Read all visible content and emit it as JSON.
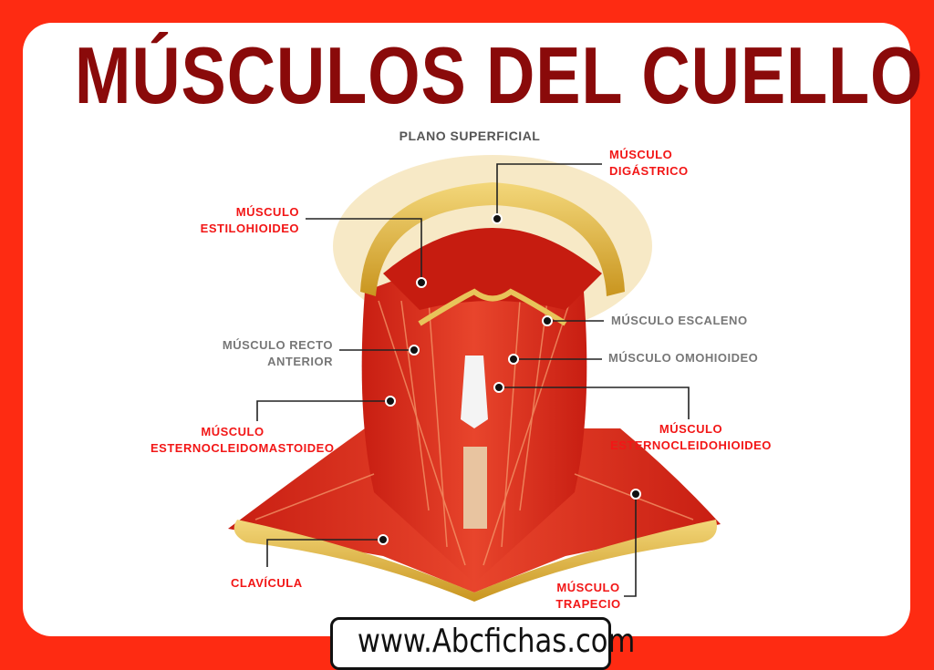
{
  "title": "MÚSCULOS DEL CUELLO",
  "subtitle": "PLANO SUPERFICIAL",
  "labels": {
    "digastrico": [
      "MÚSCULO",
      "DIGÁSTRICO"
    ],
    "estilohioideo": [
      "MÚSCULO",
      "ESTILOHIOIDEO"
    ],
    "escaleno": "MÚSCULO ESCALENO",
    "recto_anterior": [
      "MÚSCULO RECTO",
      "ANTERIOR"
    ],
    "omohioideo": "MÚSCULO OMOHIOIDEO",
    "esternocleidomastoideo": [
      "MÚSCULO",
      "ESTERNOCLEIDOMASTOIDEO"
    ],
    "esternocleidohioideo": [
      "MÚSCULO",
      "ESTERNOCLEIDOHIOIDEO"
    ],
    "clavicula": "CLAVÍCULA",
    "trapecio": [
      "MÚSCULO",
      "TRAPECIO"
    ]
  },
  "footer": "www.Abcfichas.com",
  "colors": {
    "background": "#fe2b12",
    "title": "#8a0a0a",
    "label_red": "#f21616",
    "label_gray": "#777777",
    "muscle": "#d8281a",
    "bone": "#e0b540"
  }
}
